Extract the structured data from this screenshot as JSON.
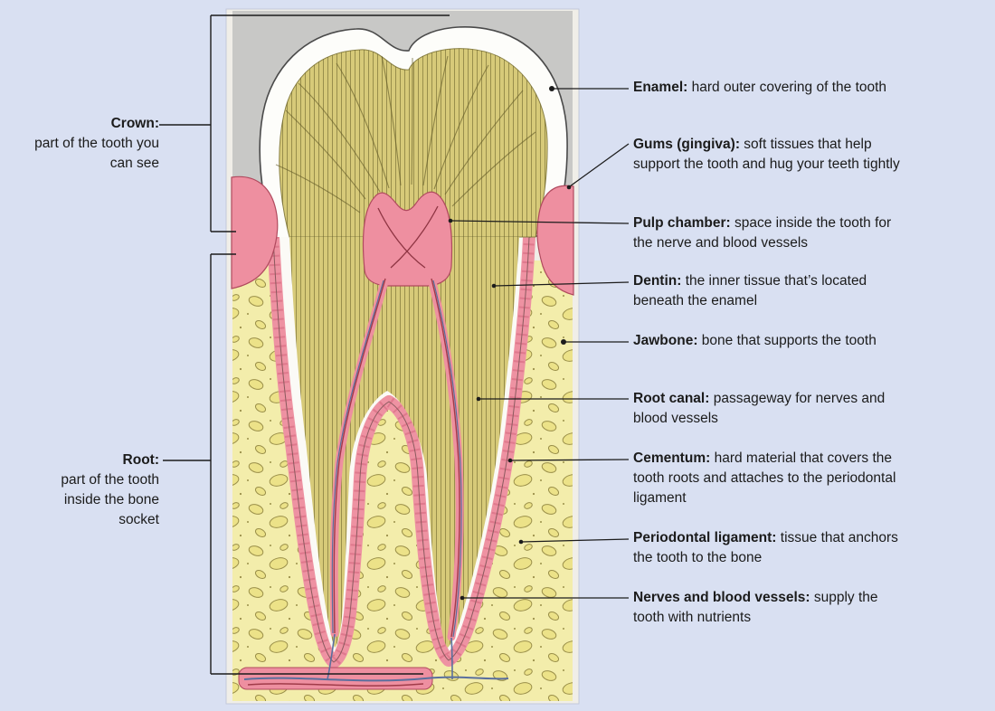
{
  "colors": {
    "background": "#d9e0f2",
    "panel": "#f0eee8",
    "gray_backdrop": "#c8c8c6",
    "enamel_white": "#fdfdfa",
    "dentin_yellow": "#d7ca79",
    "pulp_pink": "#ee8fa0",
    "bone_yellow": "#f3edab",
    "leader_line": "#1c1c1c",
    "text": "#1b1b1b"
  },
  "diagram": {
    "left_labels": [
      {
        "term": "Crown:",
        "desc": "part of the tooth you can see"
      },
      {
        "term": "Root:",
        "desc": "part of the tooth inside the bone socket"
      }
    ],
    "right_labels": [
      {
        "term": "Enamel:",
        "desc": "hard outer covering of the tooth"
      },
      {
        "term": "Gums (gingiva):",
        "desc": "soft tissues that help support the tooth and hug your teeth tightly"
      },
      {
        "term": "Pulp chamber:",
        "desc": "space inside the tooth for the nerve and blood vessels"
      },
      {
        "term": "Dentin:",
        "desc": "the inner tissue that’s located beneath the enamel"
      },
      {
        "term": "Jawbone:",
        "desc": "bone that supports the tooth"
      },
      {
        "term": "Root canal:",
        "desc": "passageway for nerves and blood vessels"
      },
      {
        "term": "Cementum:",
        "desc": "hard material that covers the tooth roots and attaches to the periodontal ligament"
      },
      {
        "term": "Periodontal ligament:",
        "desc": "tissue that anchors the tooth to the bone"
      },
      {
        "term": "Nerves and blood vessels:",
        "desc": "supply the tooth with nutrients"
      }
    ]
  }
}
